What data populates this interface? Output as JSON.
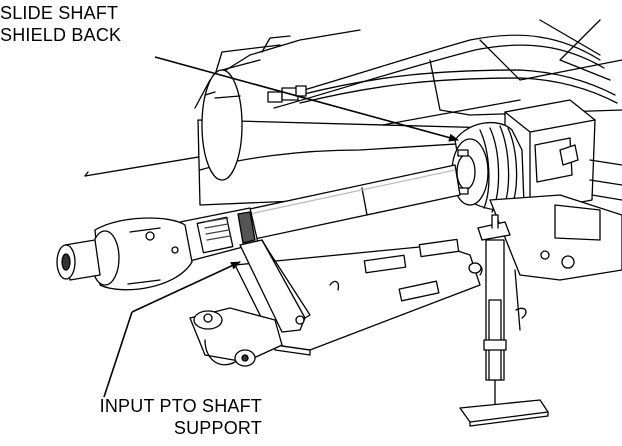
{
  "callouts": {
    "slide_shaft_shield_back": {
      "line1": "SLIDE SHAFT",
      "line2": "SHIELD BACK"
    },
    "input_pto_shaft_support": {
      "line1": "INPUT PTO SHAFT",
      "line2": "SUPPORT"
    }
  },
  "colors": {
    "line": "#000000",
    "fill": "#ffffff",
    "shade": "#d9d9d9",
    "dark": "#555555"
  }
}
